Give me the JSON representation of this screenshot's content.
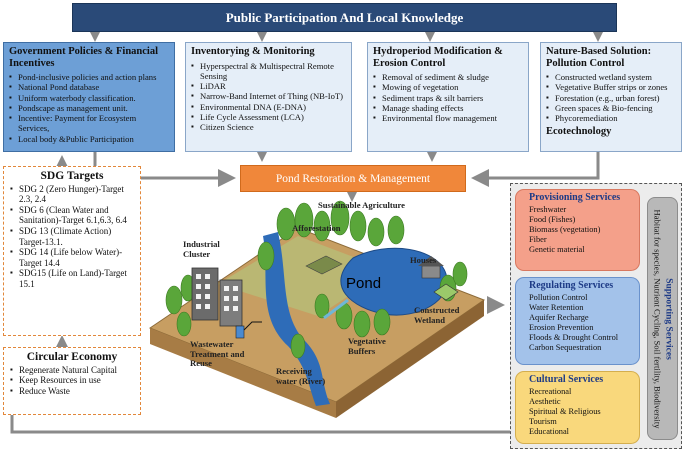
{
  "banner": "Public Participation  And  Local Knowledge",
  "boxes": {
    "policy": {
      "title": "Government Policies & Financial Incentives",
      "items": [
        "Pond-inclusive policies and action plans",
        "National Pond database",
        "Uniform waterbody classification.",
        "Pondscape as management unit.",
        "Incentive: Payment for Ecosystem Services,",
        "Local body &Public Participation"
      ]
    },
    "inventory": {
      "title": "Inventorying & Monitoring",
      "items": [
        "Hyperspectral & Multispectral Remote Sensing",
        "LiDAR",
        "Narrow-Band Internet of Thing (NB-IoT)",
        "Environmental DNA (E-DNA)",
        "Life Cycle Assessment (LCA)",
        "Citizen Science"
      ]
    },
    "hydro": {
      "title": "Hydroperiod Modification  & Erosion Control",
      "items": [
        "Removal of sediment & sludge",
        "Mowing of vegetation",
        "Sediment traps & silt barriers",
        "Manage shading effects",
        "Environmental flow management"
      ]
    },
    "nbs": {
      "title": "Nature-Based Solution: Pollution Control",
      "items": [
        "Constructed wetland system",
        "Vegetative Buffer strips or zones",
        "Forestation (e.g., urban forest)",
        "Green spaces & Bio-fencing",
        "Phycoremediation"
      ],
      "footer": "Ecotechnology"
    }
  },
  "center": "Pond Restoration & Management",
  "sdg": {
    "title": "SDG Targets",
    "items": [
      "SDG 2 (Zero Hunger)-Target 2.3, 2.4",
      "SDG 6 (Clean Water and Sanitation)-Target 6.1,6.3, 6.4",
      "SDG 13 (Climate Action) Target-13.1.",
      "SDG 14 (Life below Water)-Target 14.4",
      "SDG15 (Life on Land)-Target 15.1"
    ]
  },
  "circular": {
    "title": "Circular Economy",
    "items": [
      "Regenerate Natural Capital",
      "Keep Resources in use",
      "Reduce Waste"
    ]
  },
  "scene": {
    "sustainable_agriculture": "Sustainable Agriculture",
    "afforestation": "Afforestation",
    "industrial": "Industrial Cluster",
    "houses": "Houses",
    "pond": "Pond",
    "wetland": "Constructed Wetland",
    "wastewater": "Wastewater Treatment and Reuse",
    "buffers": "Vegetative Buffers",
    "river": "Receiving water (River)"
  },
  "services": {
    "provisioning": {
      "title": "Provisioning Services",
      "items": [
        "Freshwater",
        "Food (Fishes)",
        "Biomass (vegetation)",
        "Fiber",
        "Genetic material"
      ]
    },
    "regulating": {
      "title": "Regulating  Services",
      "items": [
        "Pollution Control",
        "Water Retention",
        "Aquifer Recharge",
        "Erosion Prevention",
        "Floods & Drought Control",
        "Carbon Sequestration"
      ]
    },
    "cultural": {
      "title": "Cultural Services",
      "items": [
        "Recreational",
        "Aesthetic",
        "Spiritual & Religious",
        "Tourism",
        "Educational"
      ]
    }
  },
  "supporting": {
    "title": "Supporting Services",
    "text": "Habitat for species, Nutrient Cycling, Soil fertility, Biodiversity"
  },
  "colors": {
    "banner": "#2a4a78",
    "policy_box": "#6d9fd6",
    "light_box": "#e5eef8",
    "center_bar": "#f0873a",
    "dashed_border": "#e2873a",
    "provisioning": "#f4a08a",
    "regulating": "#a3c2ea",
    "cultural": "#f9d87c",
    "supporting": "#b8b8b8",
    "pond": "#2e6cb8",
    "land": "#c9a66b",
    "tree": "#5aa63a"
  }
}
